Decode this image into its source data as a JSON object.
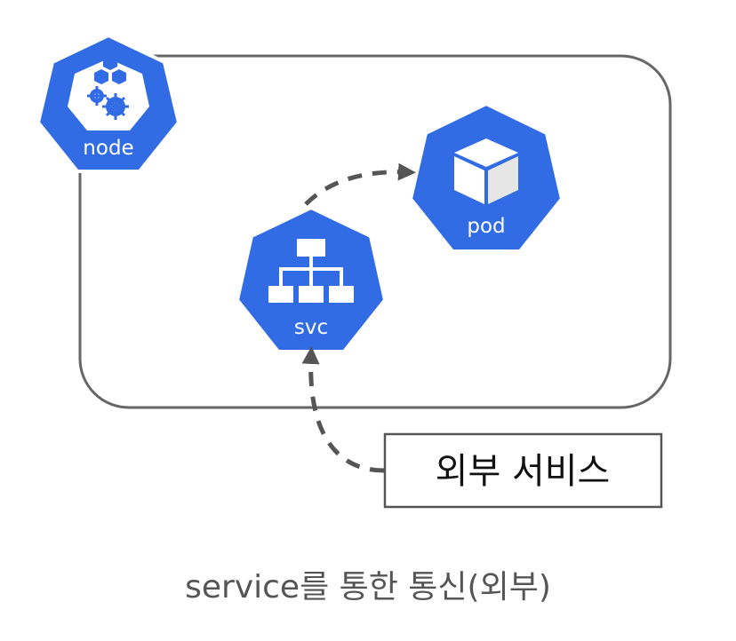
{
  "nodes": {
    "node": {
      "label": "node",
      "icon": "cluster-node-icon"
    },
    "pod": {
      "label": "pod",
      "icon": "cube-icon"
    },
    "svc": {
      "label": "svc",
      "icon": "network-tree-icon"
    }
  },
  "external": {
    "label": "외부 서비스"
  },
  "caption": "service를 통한 통신(외부)",
  "colors": {
    "k8s_blue": "#326CE5",
    "line": "#555555",
    "box": "#666666"
  }
}
